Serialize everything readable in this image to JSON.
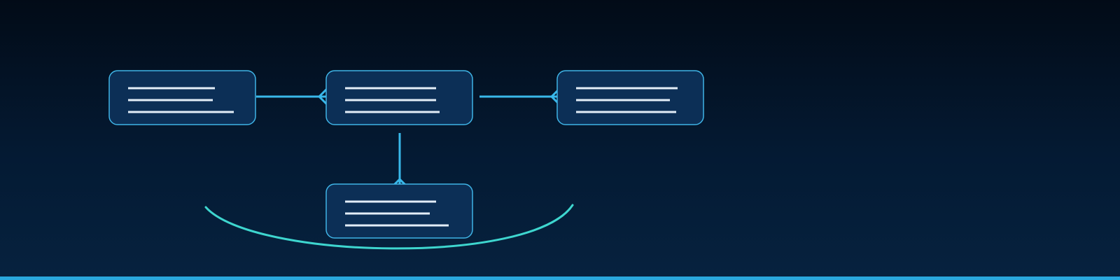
{
  "theme": {
    "node_fill": "#0c2f56",
    "node_stroke": "#3fb4e6",
    "line_color": "#e3eef8",
    "connector_color": "#39b8ea",
    "arc_color": "#3ed6cf",
    "bottom_bar_color": "#29a8dc"
  },
  "diagram": {
    "nodes": [
      {
        "id": "node-left",
        "lines": 3
      },
      {
        "id": "node-center",
        "lines": 3
      },
      {
        "id": "node-right",
        "lines": 3
      },
      {
        "id": "node-bottom",
        "lines": 3
      }
    ],
    "edges": [
      {
        "from": "node-left",
        "to": "node-center",
        "end": "crow-foot"
      },
      {
        "from": "node-center",
        "to": "node-right",
        "end": "crow-foot"
      },
      {
        "from": "node-center",
        "to": "node-bottom",
        "end": "crow-foot"
      }
    ],
    "arc_icon": "curved-arc-icon"
  }
}
